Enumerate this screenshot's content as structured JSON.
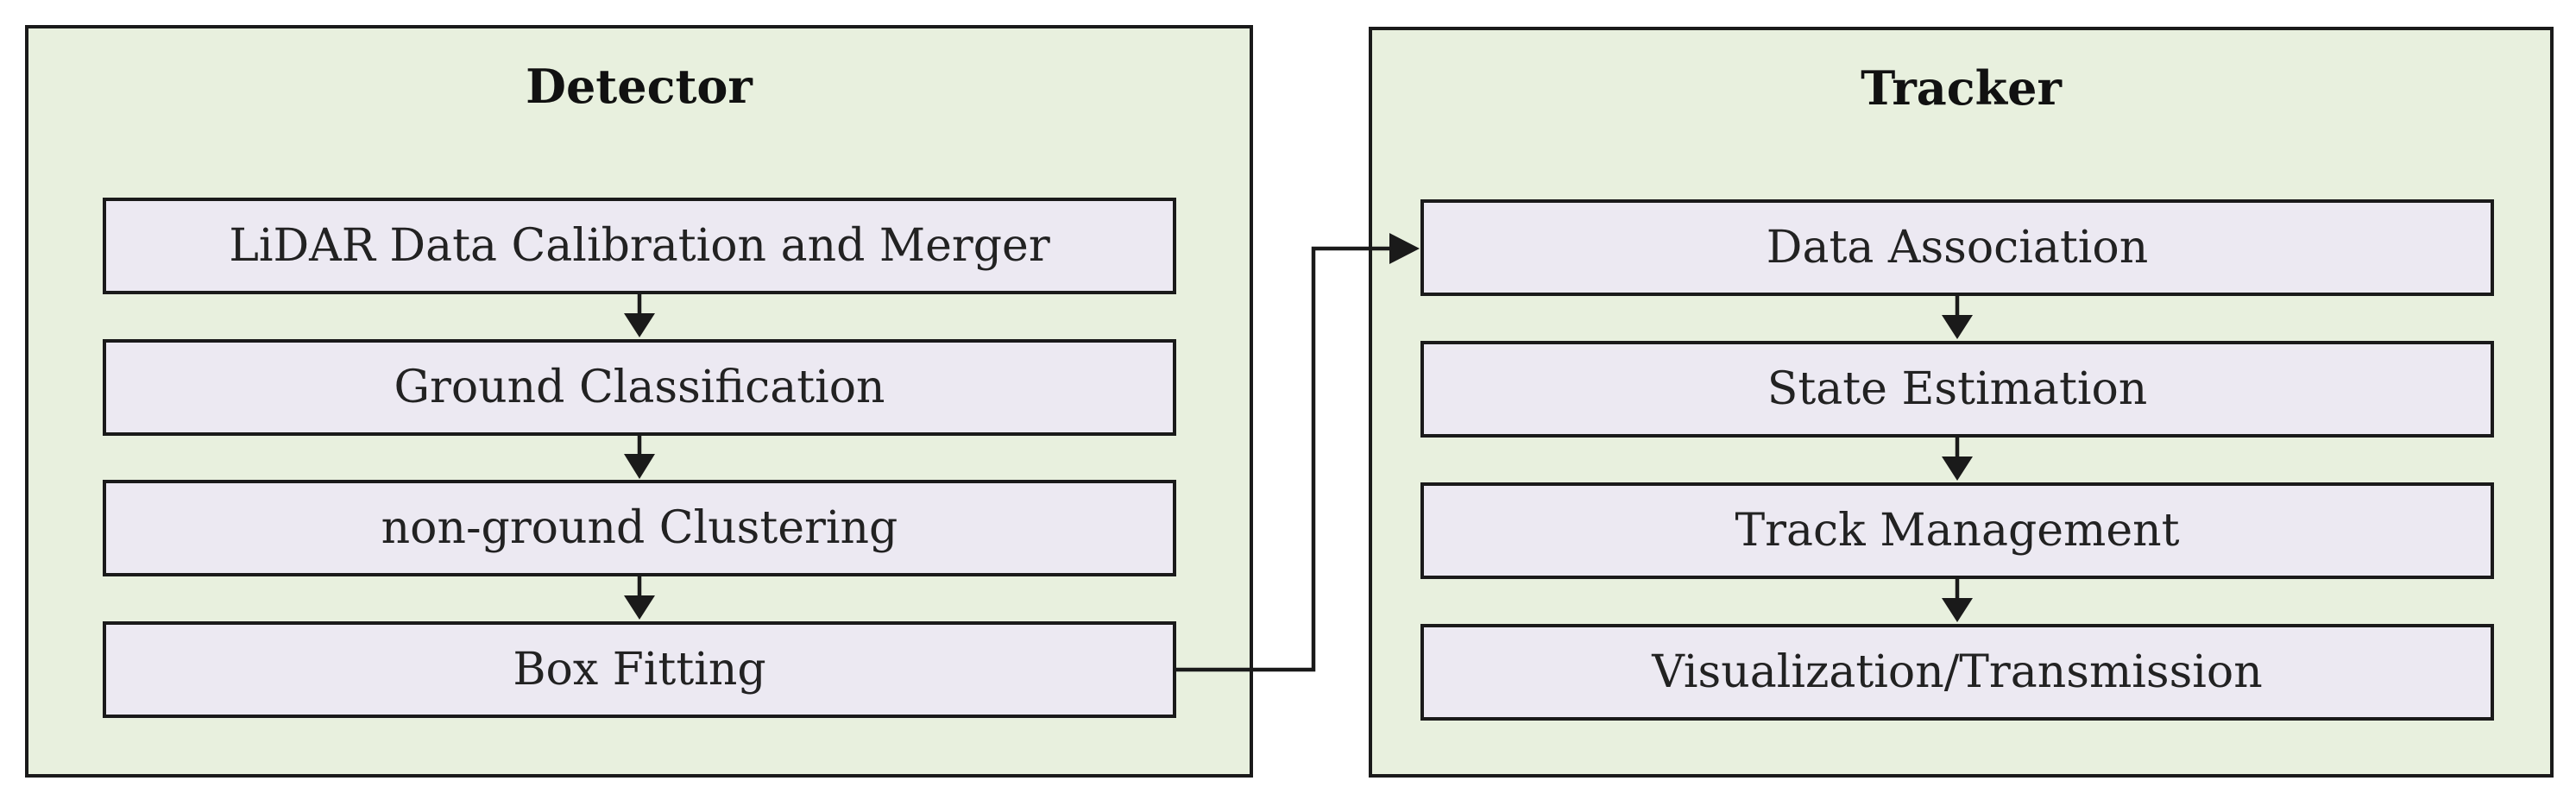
{
  "detector": {
    "title": "Detector",
    "steps": [
      "LiDAR Data Calibration and Merger",
      "Ground Classification",
      "non-ground Clustering",
      "Box Fitting"
    ]
  },
  "tracker": {
    "title": "Tracker",
    "steps": [
      "Data Association",
      "State Estimation",
      "Track Management",
      "Visualization/Transmission"
    ]
  },
  "colors": {
    "panel_fill": "#e8f0de",
    "step_fill": "#ece9f2",
    "stroke": "#1a1a1a"
  }
}
